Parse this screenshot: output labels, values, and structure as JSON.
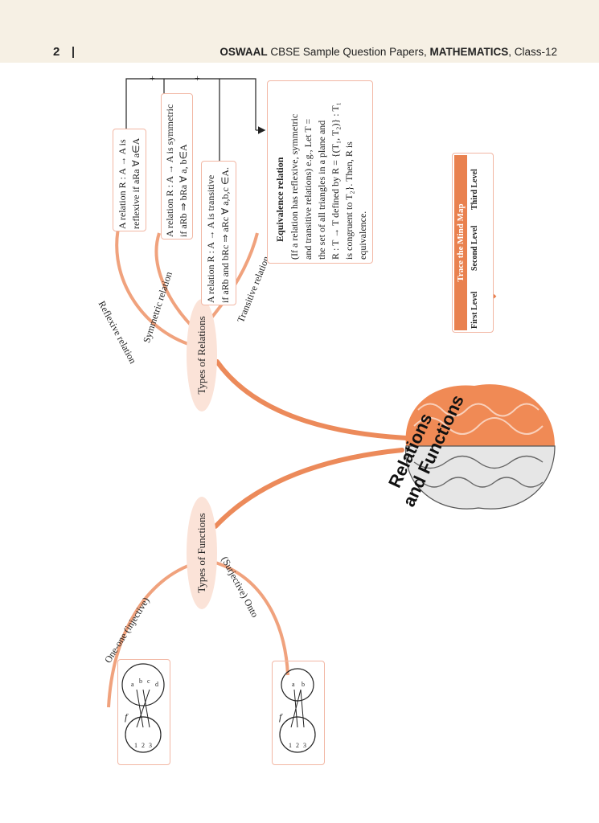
{
  "header": {
    "page_number": "2",
    "brand": "OSWAAL",
    "title_pre": "CBSE Sample Question Papers,",
    "subject": "MATHEMATICS",
    "title_post": ", Class-12"
  },
  "central_topic": {
    "line1": "Relations",
    "line2": "and Functions"
  },
  "relations": {
    "node_label": "Types of Relations",
    "branches": {
      "reflexive": "Reflexive relation",
      "symmetric": "Symmetric relation",
      "transitive": "Transitive relation"
    },
    "boxes": {
      "reflexive": [
        "A relation R : A → A is",
        "reflexive if aRa ∀ a∈A"
      ],
      "symmetric": [
        "A relation R : A → A is symmetric",
        "if aRb ⇒ bRa ∀ a, b∈A"
      ],
      "transitive": [
        "A relation R : A → A is transitive",
        "if aRb and bRc ⇒ aRc ∀ a,b,c ∈A."
      ]
    },
    "plus_signs": [
      "+",
      "+"
    ],
    "equivalence": {
      "title": "Equivalence relation",
      "lines": [
        "(If a relation has reflexive, symmetric",
        "and transitive relations) e.g., Let T =",
        "the set of all triangles in a plane and",
        "R : T → T defined by R = {(T₁, T₂)} : T₁",
        "is congruent to T₂}. Then, R is",
        "equivalence."
      ]
    }
  },
  "functions": {
    "node_label": "Types of Functions",
    "branches": {
      "one_one": "One-one (injective)",
      "onto": "(Surjective) Onto"
    },
    "one_one_diagram": {
      "function_name": "f",
      "domain": [
        "1",
        "2",
        "3"
      ],
      "codomain": [
        "a",
        "b",
        "c",
        "d"
      ]
    },
    "onto_diagram": {
      "function_name": "f",
      "domain": [
        "1",
        "2",
        "3"
      ],
      "codomain": [
        "a",
        "b"
      ]
    }
  },
  "legend": {
    "title": "Trace the Mind Map",
    "levels": [
      "First Level",
      "Second Level",
      "Third Level"
    ]
  },
  "colors": {
    "accent": "#e9814f",
    "node_fill": "#fbe3d8",
    "box_border": "#f2b7a4",
    "header_bg": "#f6f0e4"
  }
}
